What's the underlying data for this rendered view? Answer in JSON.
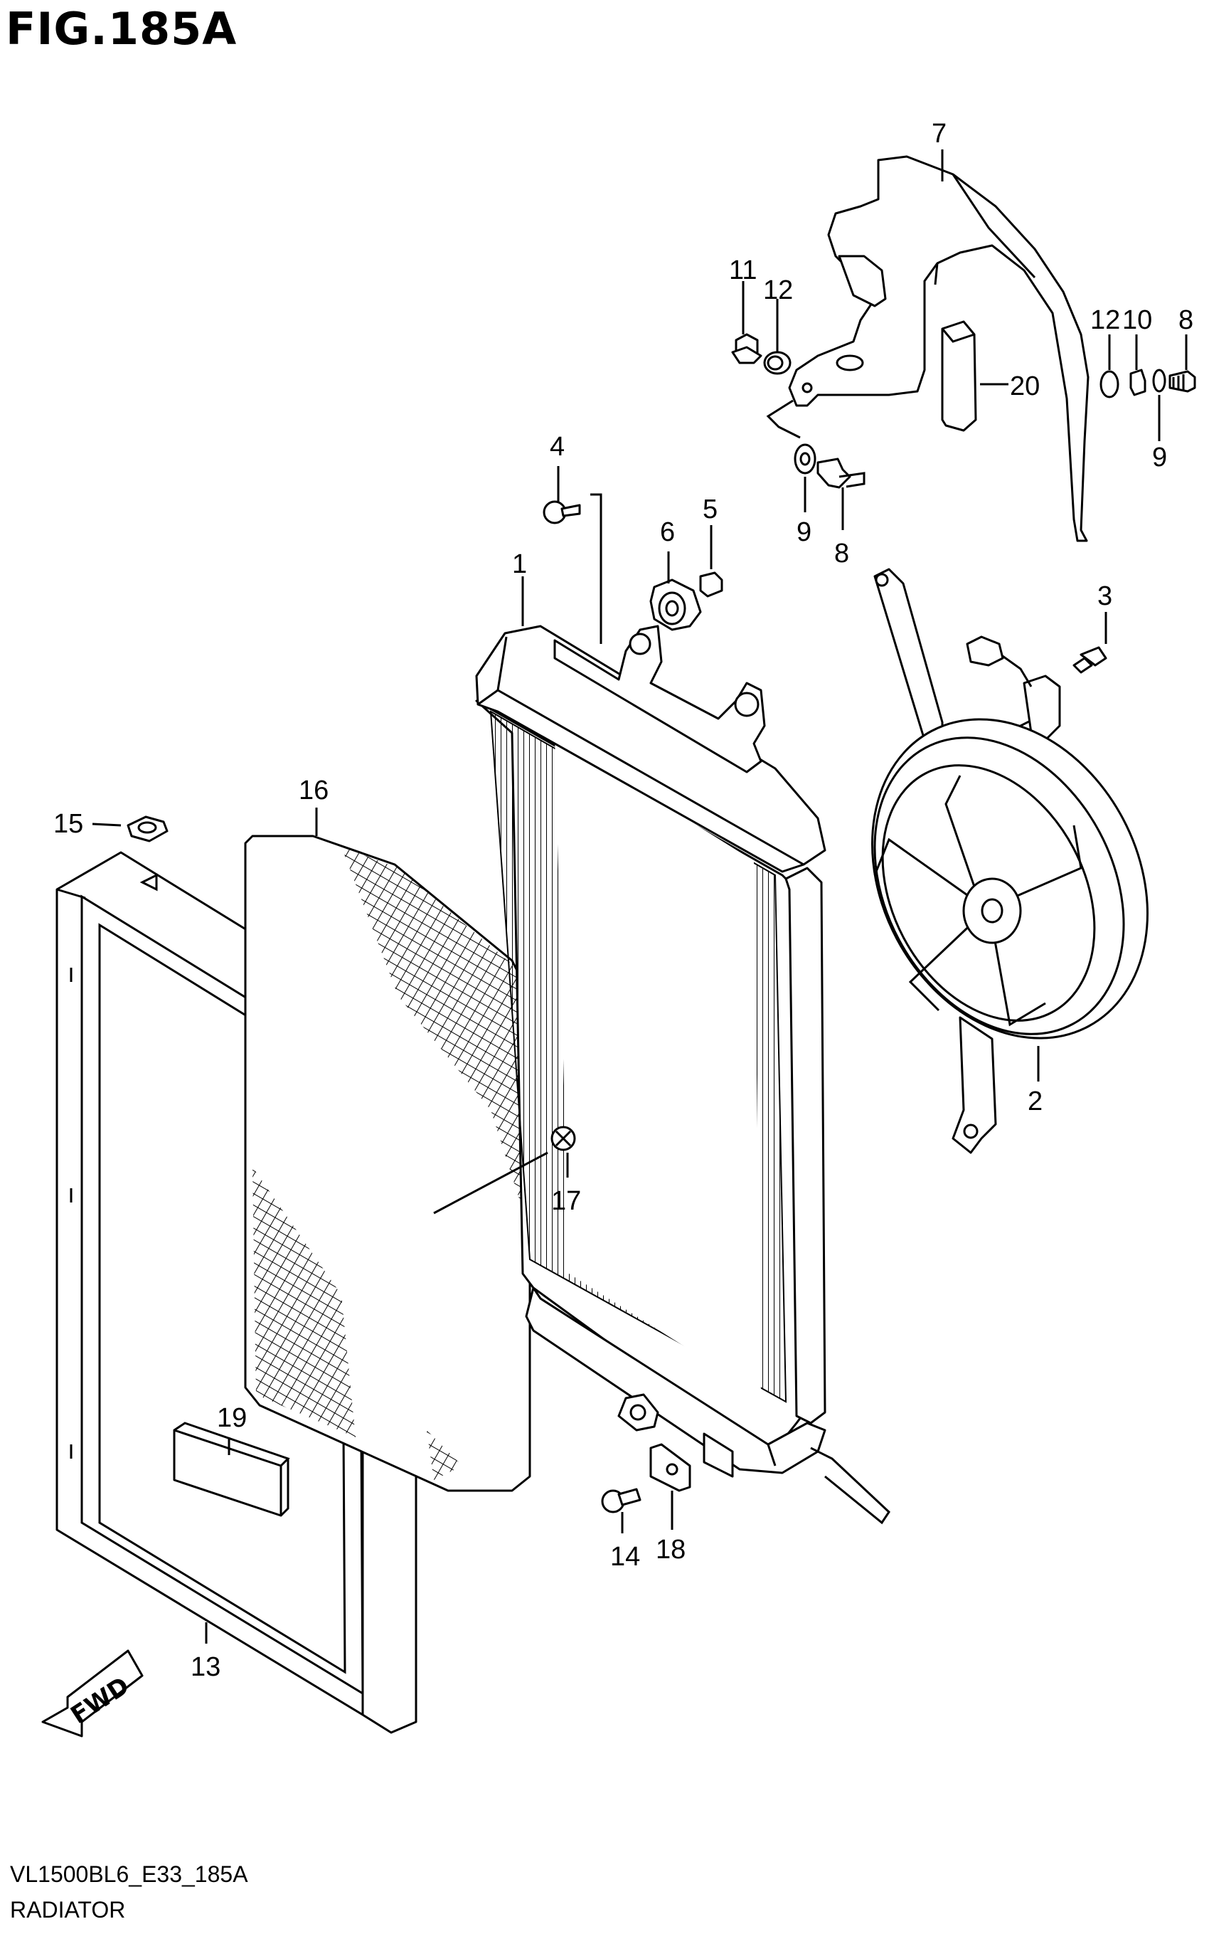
{
  "figure": {
    "title": "FIG.185A",
    "diagram_code": "VL1500BL6_E33_185A",
    "section_name": "RADIATOR",
    "direction_label": "FWD"
  },
  "callouts": [
    {
      "id": "c7",
      "label": "7"
    },
    {
      "id": "c11",
      "label": "11"
    },
    {
      "id": "c12a",
      "label": "12"
    },
    {
      "id": "c20",
      "label": "20"
    },
    {
      "id": "c12b",
      "label": "12"
    },
    {
      "id": "c10",
      "label": "10"
    },
    {
      "id": "c8a",
      "label": "8"
    },
    {
      "id": "c9a",
      "label": "9"
    },
    {
      "id": "c4",
      "label": "4"
    },
    {
      "id": "c6",
      "label": "6"
    },
    {
      "id": "c5",
      "label": "5"
    },
    {
      "id": "c9b",
      "label": "9"
    },
    {
      "id": "c8b",
      "label": "8"
    },
    {
      "id": "c1",
      "label": "1"
    },
    {
      "id": "c3",
      "label": "3"
    },
    {
      "id": "c16",
      "label": "16"
    },
    {
      "id": "c15",
      "label": "15"
    },
    {
      "id": "c2",
      "label": "2"
    },
    {
      "id": "c17",
      "label": "17"
    },
    {
      "id": "c19",
      "label": "19"
    },
    {
      "id": "c14",
      "label": "14"
    },
    {
      "id": "c18",
      "label": "18"
    },
    {
      "id": "c13",
      "label": "13"
    }
  ]
}
